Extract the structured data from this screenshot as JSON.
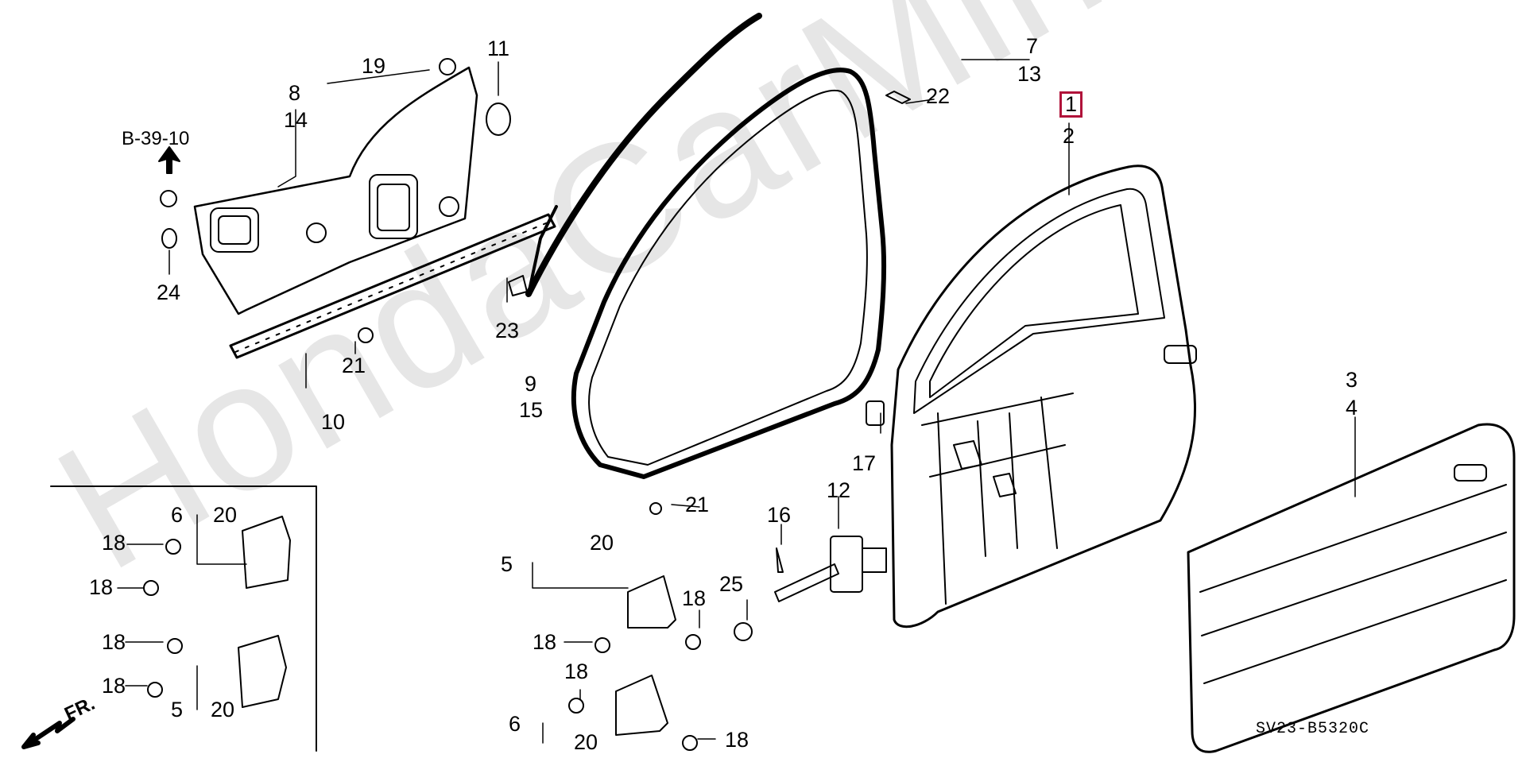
{
  "watermark": "HondaCarMine.ru",
  "diagram_code": "SV23-B5320C",
  "reference": "B-39-10",
  "direction": "FR.",
  "highlight_color": "#b0133a",
  "labels": {
    "l1": "1",
    "l2": "2",
    "l3": "3",
    "l4": "4",
    "l5a": "5",
    "l5b": "5",
    "l6a": "6",
    "l6b": "6",
    "l7": "7",
    "l8": "8",
    "l9": "9",
    "l10": "10",
    "l11": "11",
    "l12": "12",
    "l13": "13",
    "l14": "14",
    "l15": "15",
    "l16": "16",
    "l17": "17",
    "l18a": "18",
    "l18b": "18",
    "l18c": "18",
    "l18d": "18",
    "l18e": "18",
    "l18f": "18",
    "l18g": "18",
    "l18h": "18",
    "l19": "19",
    "l20a": "20",
    "l20b": "20",
    "l20c": "20",
    "l20d": "20",
    "l21a": "21",
    "l21b": "21",
    "l22": "22",
    "l23": "23",
    "l24": "24",
    "l25": "25"
  }
}
